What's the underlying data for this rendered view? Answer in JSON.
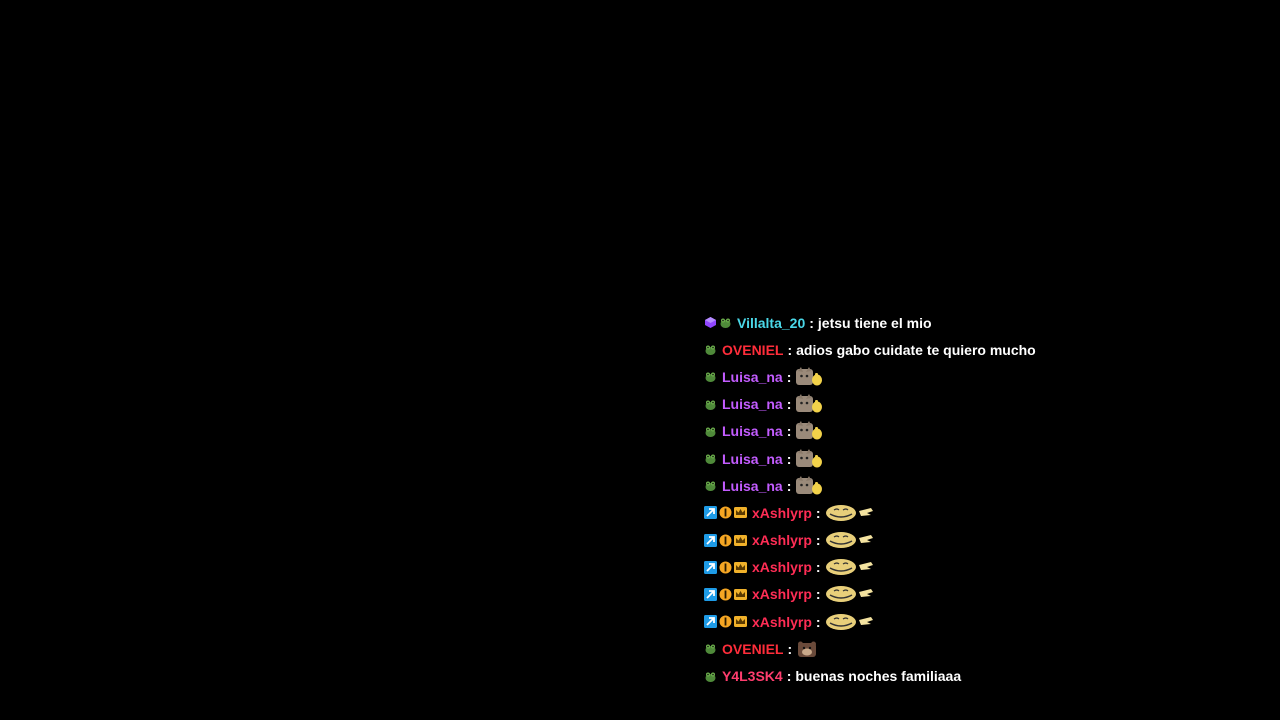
{
  "chat": {
    "messages": [
      {
        "badges": [
          "sub-gem-badge",
          "frog-badge"
        ],
        "user": "Villalta_20",
        "color": "#4ad8e8",
        "text": "jetsu tiene el mio",
        "emotes": []
      },
      {
        "badges": [
          "frog-badge"
        ],
        "user": "OVENIEL",
        "color": "#ff2d3a",
        "text": "adios gabo cuidate te quiero mucho",
        "emotes": []
      },
      {
        "badges": [
          "frog-badge"
        ],
        "user": "Luisa_na",
        "color": "#c35cff",
        "text": "",
        "emotes": [
          "cat-thumbsup-emote"
        ]
      },
      {
        "badges": [
          "frog-badge"
        ],
        "user": "Luisa_na",
        "color": "#c35cff",
        "text": "",
        "emotes": [
          "cat-thumbsup-emote"
        ]
      },
      {
        "badges": [
          "frog-badge"
        ],
        "user": "Luisa_na",
        "color": "#c35cff",
        "text": "",
        "emotes": [
          "cat-thumbsup-emote"
        ]
      },
      {
        "badges": [
          "frog-badge"
        ],
        "user": "Luisa_na",
        "color": "#c35cff",
        "text": "",
        "emotes": [
          "cat-thumbsup-emote"
        ]
      },
      {
        "badges": [
          "frog-badge"
        ],
        "user": "Luisa_na",
        "color": "#c35cff",
        "text": "",
        "emotes": [
          "cat-thumbsup-emote"
        ]
      },
      {
        "badges": [
          "arrow-badge",
          "gift-badge",
          "crown-badge"
        ],
        "user": "xAshlyrp",
        "color": "#ff2d55",
        "text": "",
        "emotes": [
          "grin-point-emote"
        ]
      },
      {
        "badges": [
          "arrow-badge",
          "gift-badge",
          "crown-badge"
        ],
        "user": "xAshlyrp",
        "color": "#ff2d55",
        "text": "",
        "emotes": [
          "grin-point-emote"
        ]
      },
      {
        "badges": [
          "arrow-badge",
          "gift-badge",
          "crown-badge"
        ],
        "user": "xAshlyrp",
        "color": "#ff2d55",
        "text": "",
        "emotes": [
          "grin-point-emote"
        ]
      },
      {
        "badges": [
          "arrow-badge",
          "gift-badge",
          "crown-badge"
        ],
        "user": "xAshlyrp",
        "color": "#ff2d55",
        "text": "",
        "emotes": [
          "grin-point-emote"
        ]
      },
      {
        "badges": [
          "arrow-badge",
          "gift-badge",
          "crown-badge"
        ],
        "user": "xAshlyrp",
        "color": "#ff2d55",
        "text": "",
        "emotes": [
          "grin-point-emote"
        ]
      },
      {
        "badges": [
          "frog-badge"
        ],
        "user": "OVENIEL",
        "color": "#ff2d3a",
        "text": "",
        "emotes": [
          "bear-emote"
        ]
      },
      {
        "badges": [
          "frog-badge"
        ],
        "user": "Y4L3SK4",
        "color": "#ff3d6e",
        "text": "buenas noches familiaaa",
        "emotes": []
      }
    ],
    "separator": ":"
  }
}
